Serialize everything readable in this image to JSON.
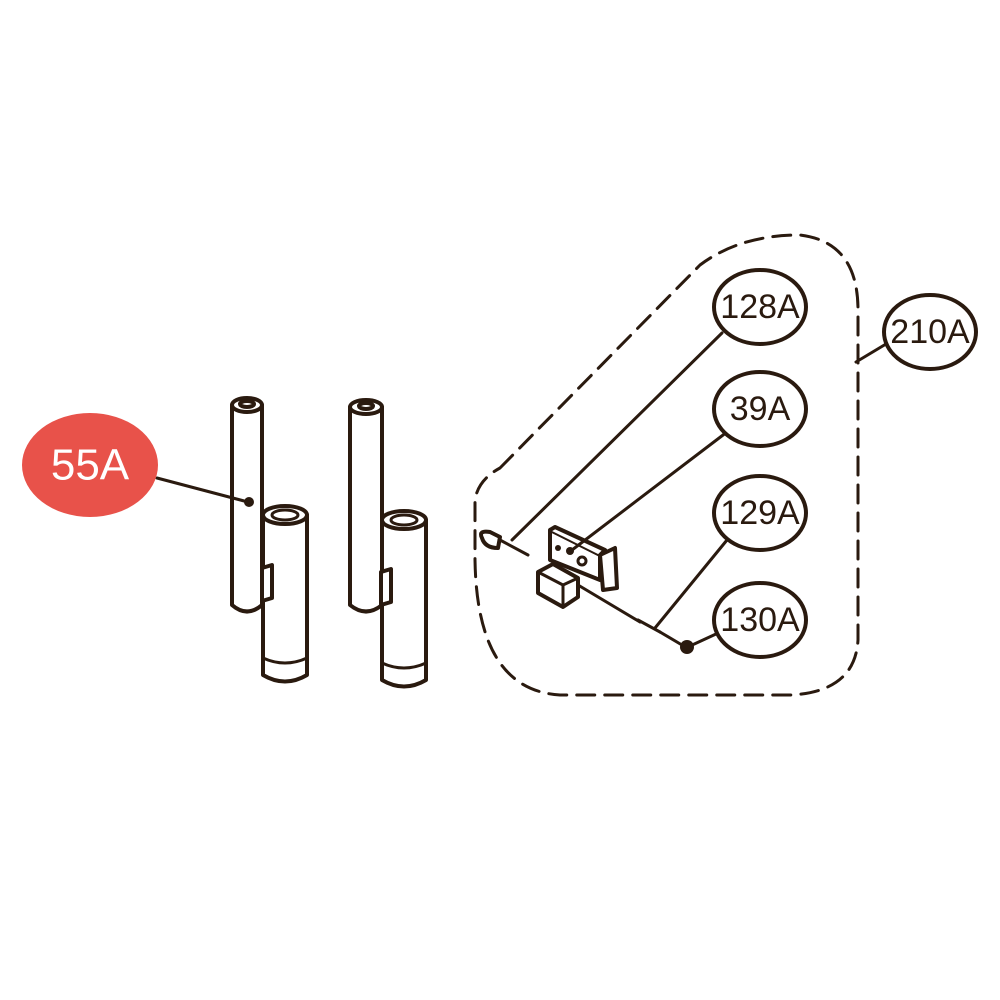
{
  "diagram": {
    "colors": {
      "line": "#2a1a0f",
      "highlight": "#e8524a"
    },
    "callouts": [
      {
        "id": "55A",
        "label": "55A",
        "highlighted": true
      },
      {
        "id": "128A",
        "label": "128A",
        "highlighted": false
      },
      {
        "id": "39A",
        "label": "39A",
        "highlighted": false
      },
      {
        "id": "129A",
        "label": "129A",
        "highlighted": false
      },
      {
        "id": "130A",
        "label": "130A",
        "highlighted": false
      },
      {
        "id": "210A",
        "label": "210A",
        "highlighted": false
      }
    ]
  }
}
